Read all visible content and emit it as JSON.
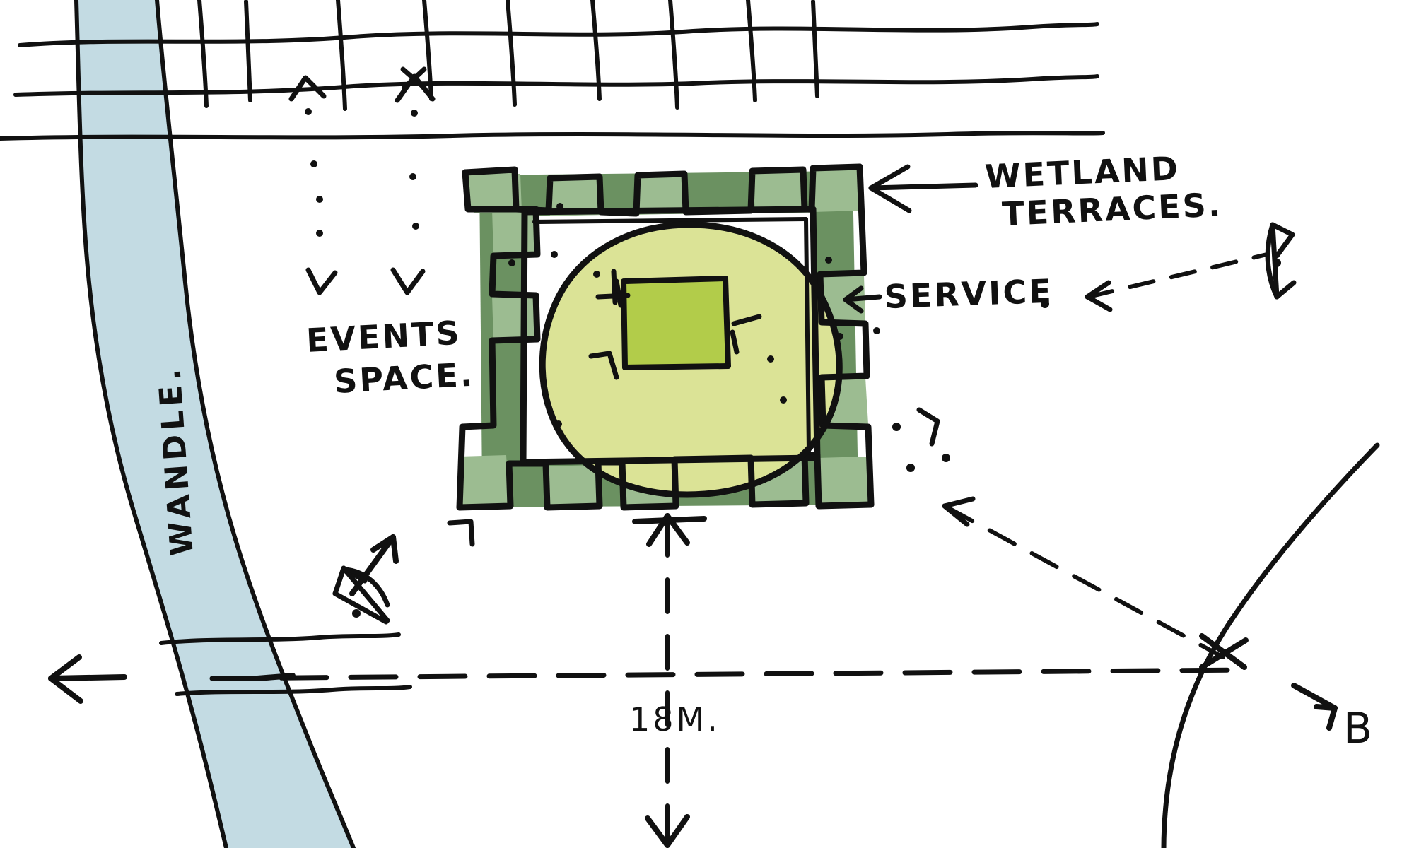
{
  "drawing": {
    "title": "Hand-drawn landscape site plan sketch",
    "medium": "ink pen sketch with colour wash"
  },
  "labels": {
    "wetland_terraces": "WETLAND\nTERRACES.",
    "wetland_terraces_line1": "WETLAND",
    "wetland_terraces_line2": "TERRACES.",
    "service": "SERVICE",
    "events_space_line1": "EVENTS",
    "events_space_line2": "SPACE.",
    "river": "WANDLE.",
    "dimension": "18M.",
    "section_marker": "B"
  },
  "colors": {
    "ink": "#111111",
    "river_blue": "#c3dbe3",
    "terrace_dark_green": "#6b9161",
    "terrace_light_green": "#9cbc91",
    "lawn_pale_green": "#dbe396",
    "pavilion_olive": "#b2cc4a",
    "paper": "#ffffff"
  },
  "features": {
    "river_name": "WANDLE.",
    "courtyard_structure": "wetland terrace enclosure",
    "central_object": "pavilion",
    "dimension_value": "18M.",
    "dimension_meaning": "setback distance from courtyard to path",
    "view_cones": 3,
    "section_line": "dashed section line B"
  }
}
